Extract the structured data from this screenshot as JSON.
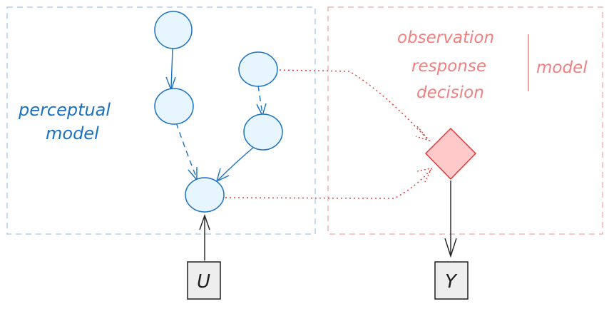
{
  "perceptual_model": {
    "label_line1": "perceptual",
    "label_line2": "model",
    "border_color": "#a5c8f0",
    "node_color": "#e7f5ff",
    "edge_color": "#1971c2"
  },
  "observation_model": {
    "line1": "observation",
    "line2": "response",
    "line3": "decision",
    "side_label": "model",
    "border_color": "#f4a8a8",
    "text_color": "#f08080",
    "decision_node_color": "#ffc9c9"
  },
  "variables": {
    "input_label": "U",
    "output_label": "Y"
  }
}
